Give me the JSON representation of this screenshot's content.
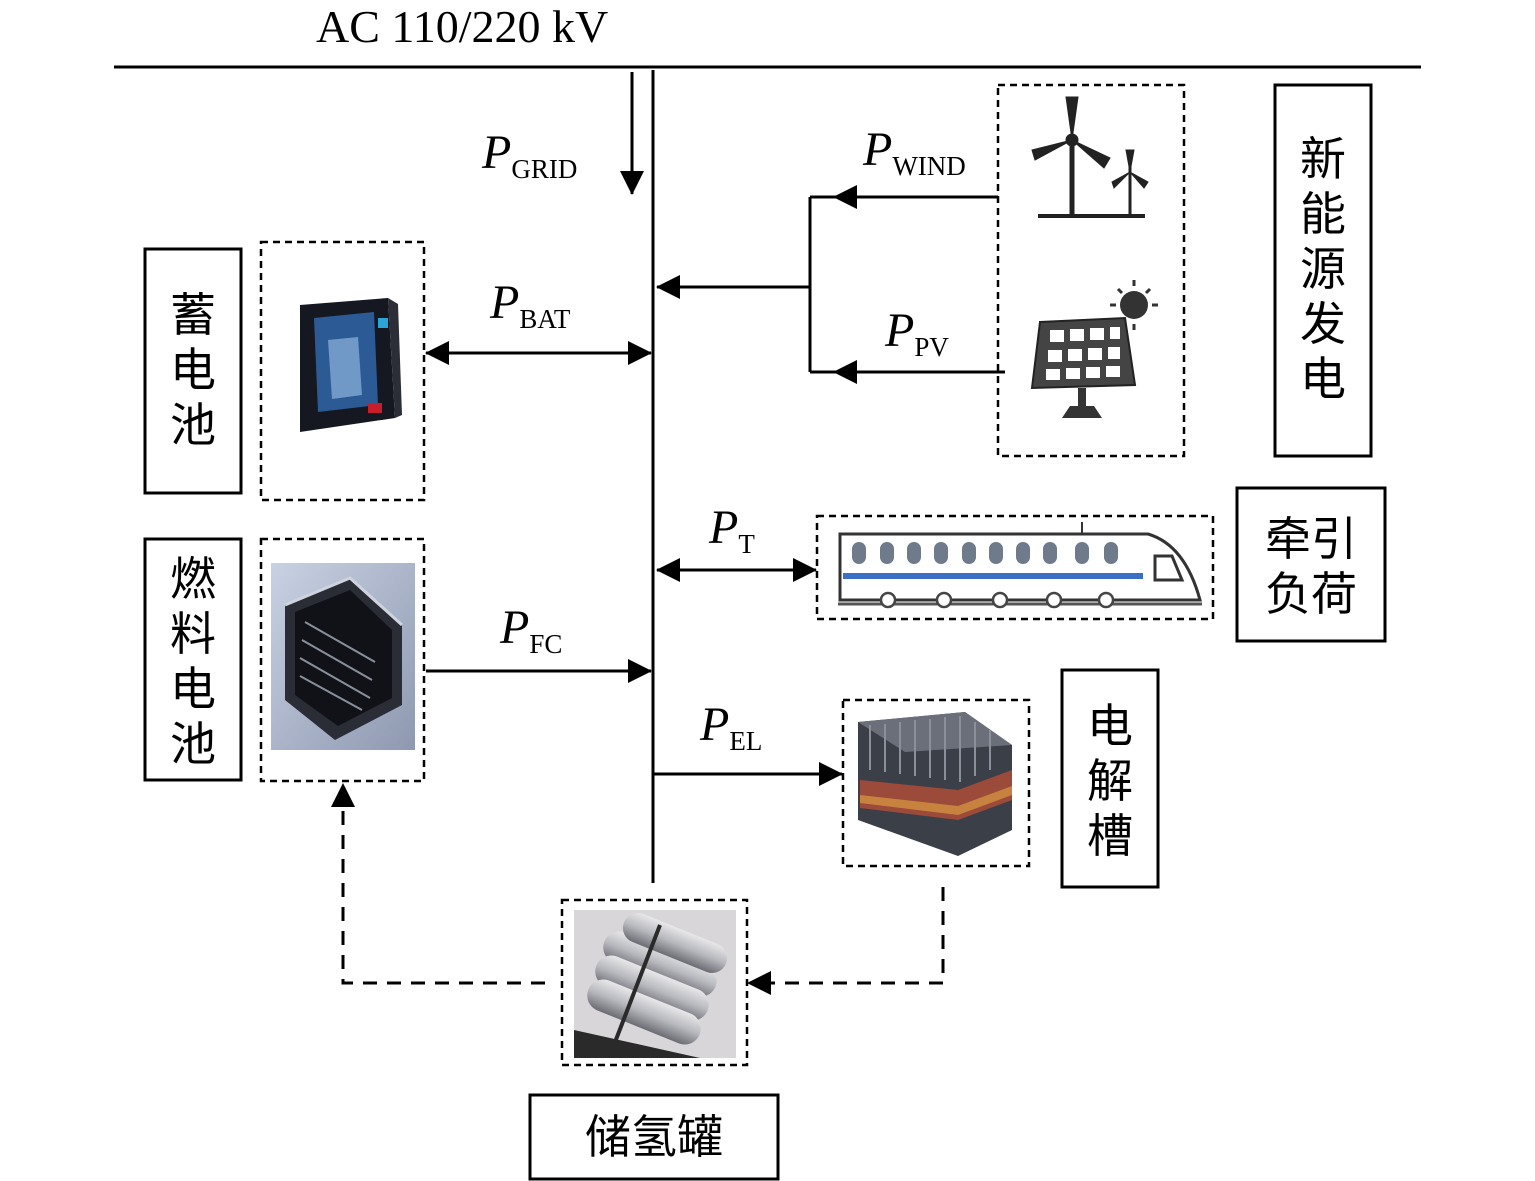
{
  "bus": {
    "label": "AC 110/220 kV"
  },
  "flows": {
    "grid": {
      "symbol": "P",
      "sub": "GRID"
    },
    "wind": {
      "symbol": "P",
      "sub": "WIND"
    },
    "pv": {
      "symbol": "P",
      "sub": "PV"
    },
    "bat": {
      "symbol": "P",
      "sub": "BAT"
    },
    "t": {
      "symbol": "P",
      "sub": "T"
    },
    "fc": {
      "symbol": "P",
      "sub": "FC"
    },
    "el": {
      "symbol": "P",
      "sub": "EL"
    }
  },
  "labels": {
    "battery": [
      "蓄",
      "电",
      "池"
    ],
    "fuel_cell": [
      "燃",
      "料",
      "电",
      "池"
    ],
    "renewable": [
      "新",
      "能",
      "源",
      "发",
      "电"
    ],
    "traction_line1": "牵引",
    "traction_line2": "负荷",
    "electrolyzer": [
      "电",
      "解",
      "槽"
    ],
    "h2_tank": "储氢罐"
  },
  "colors": {
    "line": "#000000",
    "train_stripe": "#3a6fc4",
    "train_window": "#6f7a8a"
  }
}
